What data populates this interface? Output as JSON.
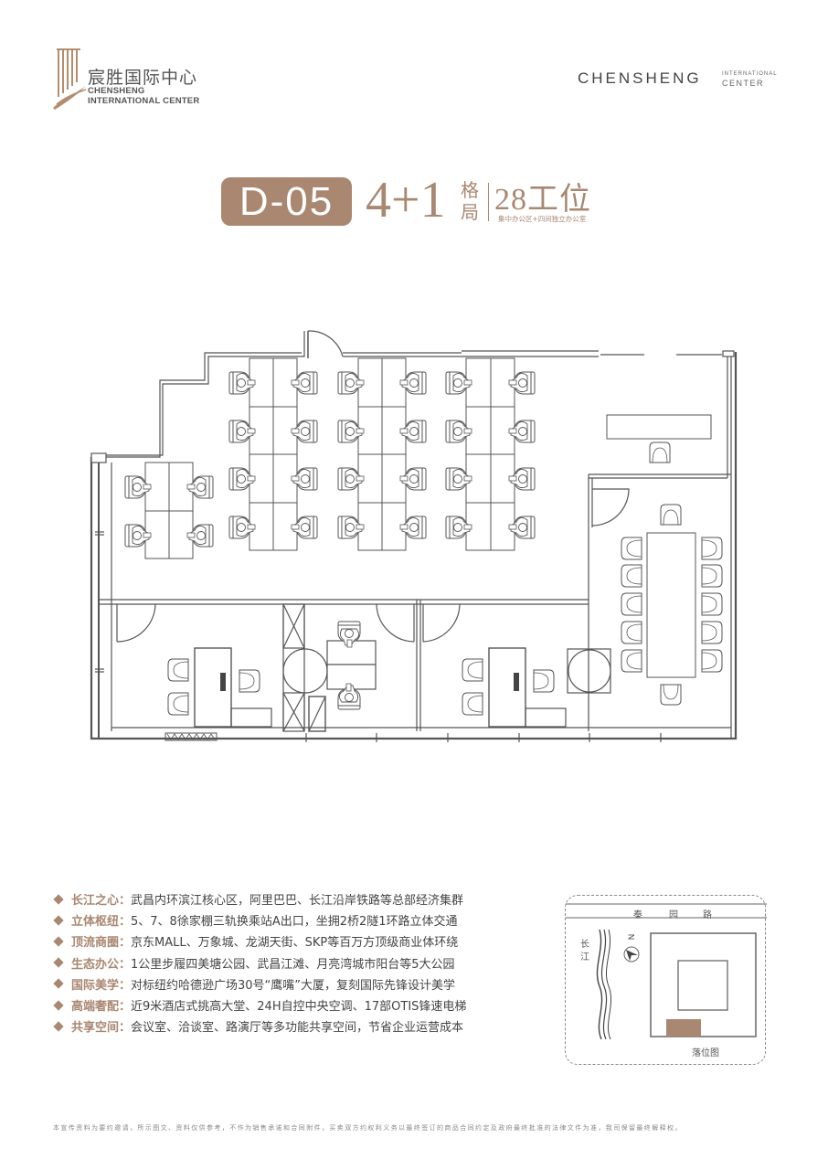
{
  "header": {
    "logo_left": {
      "cn": "宸胜国际中心",
      "en_line1": "CHENSHENG",
      "en_line2": "INTERNATIONAL CENTER"
    },
    "logo_right": {
      "brand": "CHENSHENG",
      "sub_line1": "INTERNATIONAL",
      "sub_line2": "CENTER"
    }
  },
  "headline": {
    "unit": "D-05",
    "layout": "4+1",
    "layout_word": "格局",
    "seats": "28工位",
    "subtitle": "集中办公区+四间独立办公室"
  },
  "floorplan": {
    "workstations": 28,
    "rooms": [
      "open-office",
      "private-office-1",
      "private-office-2",
      "private-office-3",
      "meeting-room",
      "reception"
    ]
  },
  "features": [
    {
      "label": "长江之心：",
      "text": "武昌内环滨江核心区，阿里巴巴、长江沿岸铁路等总部经济集群"
    },
    {
      "label": "立体枢纽：",
      "text": "5、7、8徐家棚三轨换乘站A出口，坐拥2桥2隧1环路立体交通"
    },
    {
      "label": "顶流商圈：",
      "text": "京东MALL、万象城、龙湖天街、SKP等百万方顶级商业体环绕"
    },
    {
      "label": "生态办公：",
      "text": "1公里步履四美塘公园、武昌江滩、月亮湾城市阳台等5大公园"
    },
    {
      "label": "国际美学：",
      "text": "对标纽约哈德逊广场30号“鹰嘴”大厦，复刻国际先锋设计美学"
    },
    {
      "label": "高端奢配：",
      "text": "近9米酒店式挑高大堂、24H自控中央空调、17部OTIS锋速电梯"
    },
    {
      "label": "共享空间：",
      "text": "会议室、洽谈室、路演厅等多功能共享空间，节省企业运营成本"
    }
  ],
  "location_map": {
    "road": [
      "秦",
      "园",
      "路"
    ],
    "river": [
      "长",
      "江"
    ],
    "north": "N",
    "caption": "落位图"
  },
  "disclaimer": "本宣传资料为要约邀请，所示图文、资料仅供参考，不作为销售承诺和合同附件，买卖双方约权利义务以最终签订的商品合同约定及政府最终批准的法律文件为准，我司保留最终解释权。",
  "colors": {
    "accent": "#a98771",
    "text": "#444444",
    "line": "#555555"
  }
}
